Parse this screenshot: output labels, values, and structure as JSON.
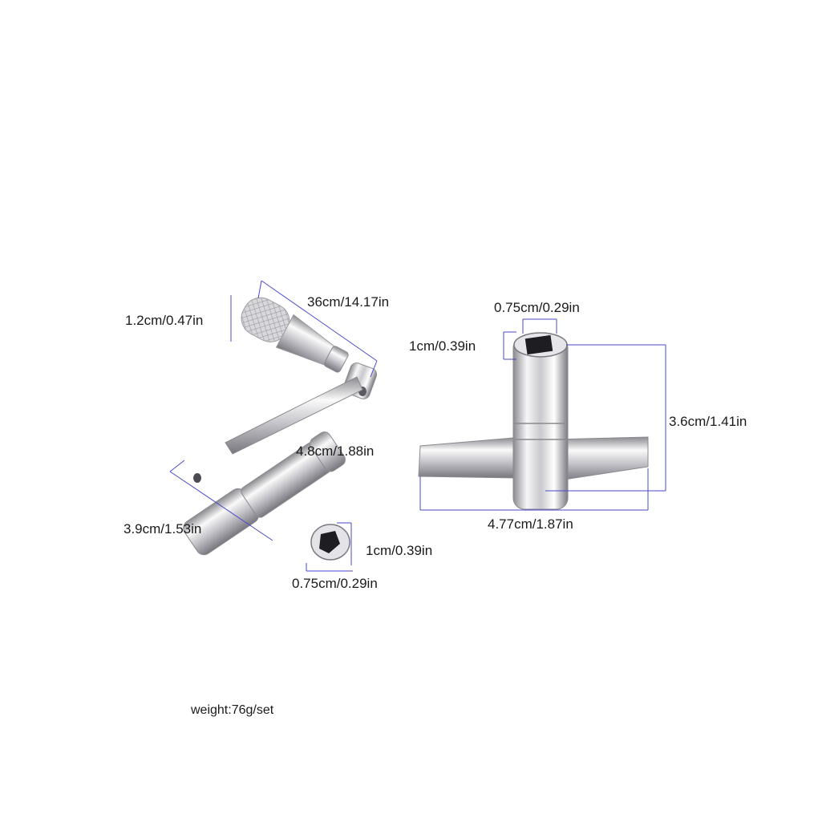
{
  "crank_key": {
    "dimensions": {
      "handle_width": "1.2cm/0.47in",
      "handle_length": "36cm/14.17in",
      "arm_length": "4.8cm/1.88in",
      "body_length": "3.9cm/1.53in",
      "socket_depth": "1cm/0.39in",
      "socket_width": "0.75cm/0.29in"
    }
  },
  "t_key": {
    "dimensions": {
      "socket_width": "0.75cm/0.29in",
      "socket_depth": "1cm/0.39in",
      "height": "3.6cm/1.41in",
      "wing_span": "4.77cm/1.87in"
    }
  },
  "weight": "weight:76g/set",
  "colors": {
    "dimension_line": "#4a4ac8",
    "metal_light": "#f4f4f6",
    "metal_dark": "#6c6c72",
    "label": "#1a1a1a"
  }
}
